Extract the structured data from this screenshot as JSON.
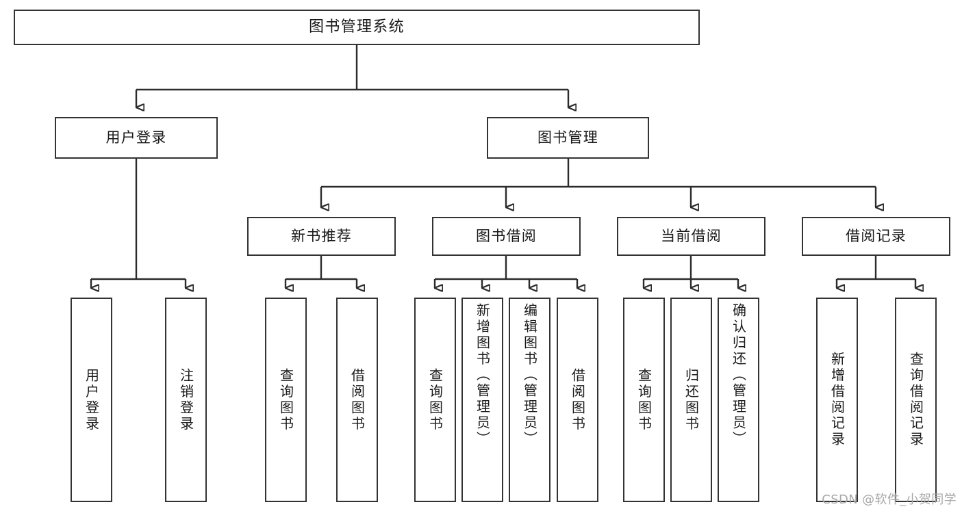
{
  "diagram": {
    "title": "图书管理系统",
    "type": "tree",
    "root": {
      "id": "root",
      "label": "图书管理系统"
    },
    "level2": [
      {
        "id": "user-login",
        "label": "用户登录"
      },
      {
        "id": "book-manage",
        "label": "图书管理"
      }
    ],
    "level3": [
      {
        "id": "new-book-rec",
        "label": "新书推荐",
        "parent": "book-manage"
      },
      {
        "id": "book-borrow",
        "label": "图书借阅",
        "parent": "book-manage"
      },
      {
        "id": "current-borrow",
        "label": "当前借阅",
        "parent": "book-manage"
      },
      {
        "id": "borrow-record",
        "label": "借阅记录",
        "parent": "book-manage"
      }
    ],
    "leaves": [
      {
        "id": "leaf-user-login",
        "label": "用户登录",
        "parent": "user-login"
      },
      {
        "id": "leaf-user-logout",
        "label": "注销登录",
        "parent": "user-login"
      },
      {
        "id": "leaf-rec-query-book",
        "label": "查询图书",
        "parent": "new-book-rec"
      },
      {
        "id": "leaf-rec-borrow-book",
        "label": "借阅图书",
        "parent": "new-book-rec"
      },
      {
        "id": "leaf-borrow-query-book",
        "label": "查询图书",
        "parent": "book-borrow"
      },
      {
        "id": "leaf-borrow-add-book",
        "label": "新增图书（管理员）",
        "parent": "book-borrow"
      },
      {
        "id": "leaf-borrow-edit-book",
        "label": "编辑图书（管理员）",
        "parent": "book-borrow"
      },
      {
        "id": "leaf-borrow-borrow-book",
        "label": "借阅图书",
        "parent": "book-borrow"
      },
      {
        "id": "leaf-current-query-book",
        "label": "查询图书",
        "parent": "current-borrow"
      },
      {
        "id": "leaf-current-return-book",
        "label": "归还图书",
        "parent": "current-borrow"
      },
      {
        "id": "leaf-current-confirm-return",
        "label": "确认归还（管理员）",
        "parent": "current-borrow"
      },
      {
        "id": "leaf-record-add",
        "label": "新增借阅记录",
        "parent": "borrow-record"
      },
      {
        "id": "leaf-record-query",
        "label": "查询借阅记录",
        "parent": "borrow-record"
      }
    ],
    "colors": {
      "box_border": "#333333",
      "box_fill": "#ffffff",
      "connector": "#2b2b2b",
      "text": "#1a1a1a",
      "background": "#ffffff",
      "watermark": "#a8a8a8"
    }
  },
  "watermark": {
    "text": "CSDN @软件_小贺同学"
  }
}
